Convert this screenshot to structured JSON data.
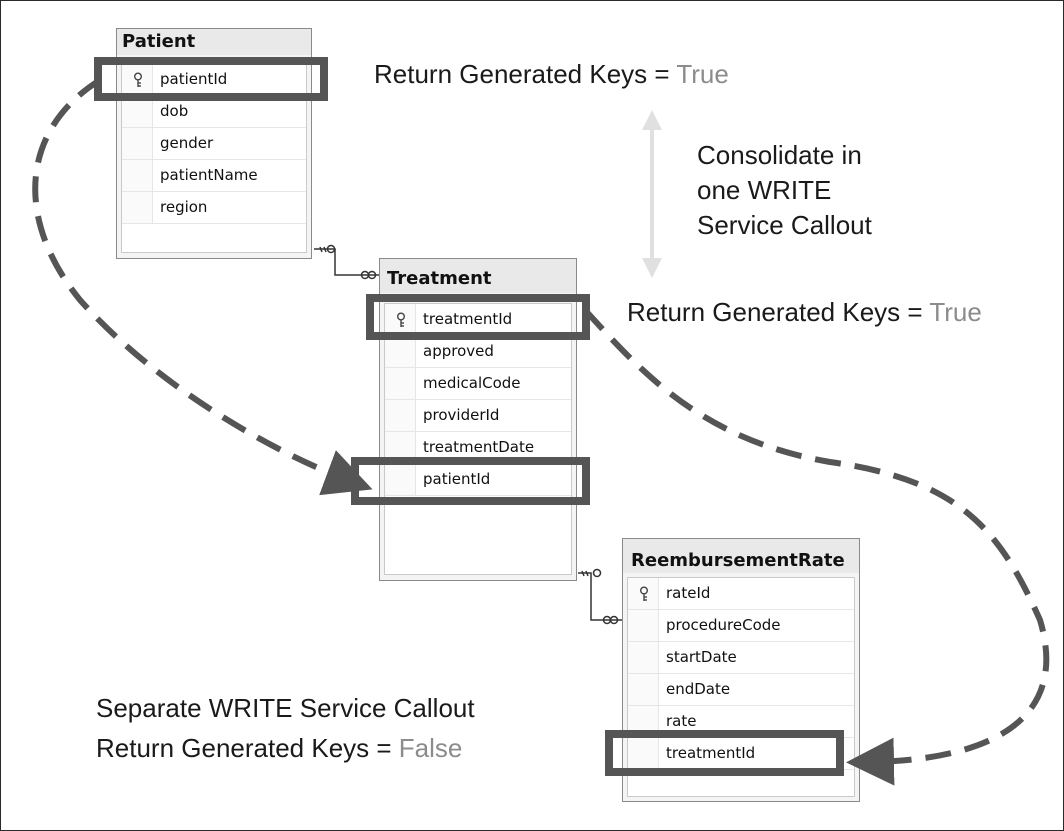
{
  "tables": {
    "patient": {
      "name": "Patient",
      "columns": [
        "patientId",
        "dob",
        "gender",
        "patientName",
        "region"
      ],
      "primary_key": "patientId"
    },
    "treatment": {
      "name": "Treatment",
      "columns": [
        "treatmentId",
        "approved",
        "medicalCode",
        "providerId",
        "treatmentDate",
        "patientId"
      ],
      "primary_key": "treatmentId"
    },
    "reembursement": {
      "name": "ReembursementRate",
      "columns": [
        "rateId",
        "procedureCode",
        "startDate",
        "endDate",
        "rate",
        "treatmentId"
      ],
      "primary_key": "rateId"
    }
  },
  "annotations": {
    "top_keys": {
      "label": "Return Generated Keys = ",
      "value": "True"
    },
    "mid_keys": {
      "label": "Return Generated Keys = ",
      "value": "True"
    },
    "consolidate": {
      "line1": "Consolidate in",
      "line2": "one WRITE",
      "line3": "Service Callout"
    },
    "separate": {
      "line1": "Separate WRITE Service Callout",
      "line2_label": "Return Generated Keys = ",
      "line2_value": "False"
    }
  },
  "colors": {
    "highlight": "#555555",
    "dashed_arrow": "#555555",
    "double_arrow": "#e0e0e0",
    "muted_text": "#8c8c8c"
  }
}
